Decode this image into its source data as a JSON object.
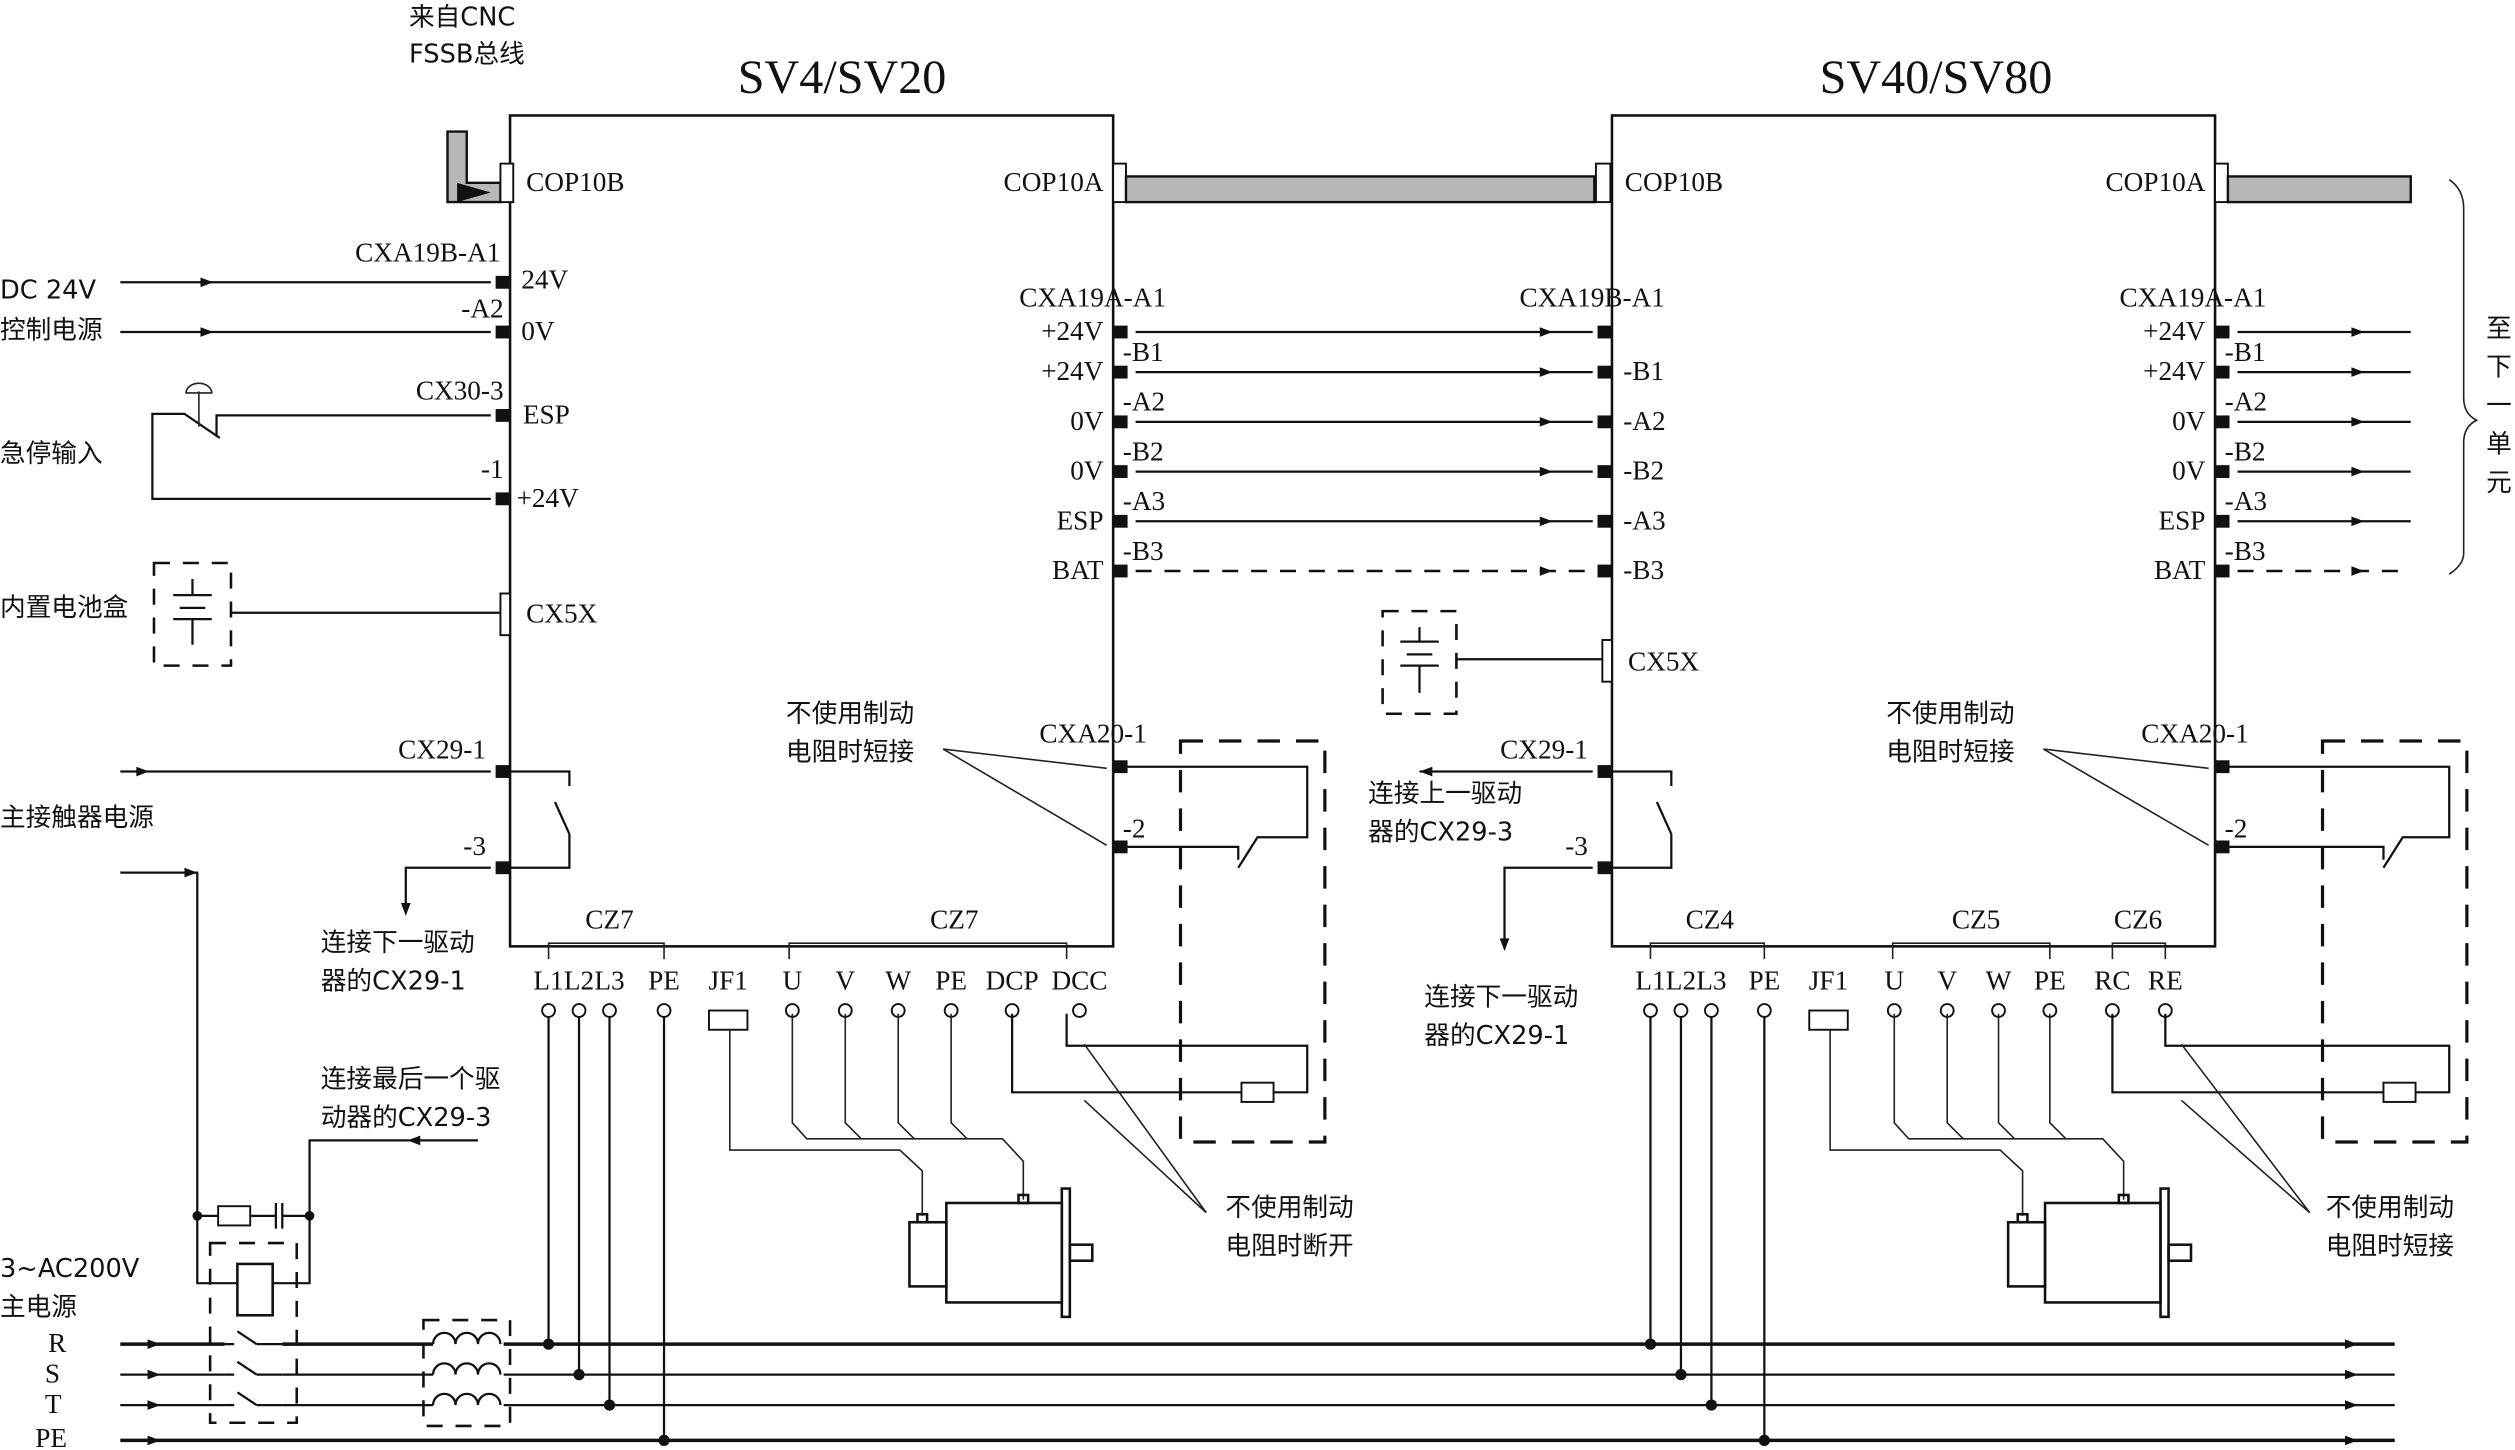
{
  "title": "FANUC β SV4/SV20 and SV40/SV80 servo amplifier wiring diagram",
  "units": [
    {
      "name": "SV4/SV20",
      "cop_in": "COP10B",
      "cop_out": "COP10A",
      "input_connector": "CXA19B-A1",
      "input_pins": [
        {
          "label": "24V",
          "pin": ""
        },
        {
          "label": "0V",
          "pin": "-A2"
        }
      ],
      "esp_connector": "CX30-3",
      "esp_pins": [
        {
          "label": "ESP",
          "pin": ""
        },
        {
          "label": "+24V",
          "pin": "-1"
        }
      ],
      "battery_connector": "CX5X",
      "output_connector": "CXA19A-A1",
      "output_pins": [
        {
          "label": "+24V",
          "pin": ""
        },
        {
          "label": "+24V",
          "pin": "-B1"
        },
        {
          "label": "0V",
          "pin": "-A2"
        },
        {
          "label": "0V",
          "pin": "-B2"
        },
        {
          "label": "ESP",
          "pin": "-A3"
        },
        {
          "label": "BAT",
          "pin": "-B3"
        }
      ],
      "contactor_connector": "CX29-1",
      "contactor_pin2": "-3",
      "brake_connector": "CXA20-1",
      "brake_pin2": "-2",
      "power_group": "CZ7",
      "motor_group": "CZ7",
      "terminals": [
        "L1",
        "L2",
        "L3",
        "PE",
        "JF1",
        "U",
        "V",
        "W",
        "PE",
        "DCP",
        "DCC"
      ]
    },
    {
      "name": "SV40/SV80",
      "cop_in": "COP10B",
      "cop_out": "COP10A",
      "input_connector": "CXA19B-A1",
      "input_pins": [
        "",
        "-B1",
        "-A2",
        "-B2",
        "-A3",
        "-B3"
      ],
      "battery_connector": "CX5X",
      "output_connector": "CXA19A-A1",
      "output_pins": [
        {
          "label": "+24V",
          "pin": ""
        },
        {
          "label": "+24V",
          "pin": "-B1"
        },
        {
          "label": "0V",
          "pin": "-A2"
        },
        {
          "label": "0V",
          "pin": "-B2"
        },
        {
          "label": "ESP",
          "pin": "-A3"
        },
        {
          "label": "BAT",
          "pin": "-B3"
        }
      ],
      "contactor_connector": "CX29-1",
      "contactor_pin2": "-3",
      "brake_connector": "CXA20-1",
      "brake_pin2": "-2",
      "power_group": "CZ4",
      "motor_group": "CZ5",
      "regen_group": "CZ6",
      "terminals": [
        "L1",
        "L2",
        "L3",
        "PE",
        "JF1",
        "U",
        "V",
        "W",
        "PE",
        "RC",
        "RE"
      ]
    }
  ],
  "annotations": {
    "fssb_line1": "来自CNC",
    "fssb_line2": "FSSB总线",
    "dc24_line1": "DC  24V",
    "dc24_line2": "控制电源",
    "estop": "急停输入",
    "battery_box": "内置电池盒",
    "contactor_power": "主接触器电源",
    "to_next_cx29_1_a": "连接下一驱动",
    "to_next_cx29_1_b": "器的CX29-1",
    "to_last_cx29_3_a": "连接最后一个驱",
    "to_last_cx29_3_b": "动器的CX29-3",
    "from_prev_cx29_3_a": "连接上一驱动",
    "from_prev_cx29_3_b": "器的CX29-3",
    "brake_short_a": "不使用制动",
    "brake_short_b": "电阻时短接",
    "brake_open_a": "不使用制动",
    "brake_open_b": "电阻时断开",
    "next_unit": [
      "至",
      "下",
      "一",
      "单",
      "元"
    ],
    "mains_line1": "3~AC200V",
    "mains_line2": "主电源",
    "phases": [
      "R",
      "S",
      "T",
      "PE"
    ]
  }
}
